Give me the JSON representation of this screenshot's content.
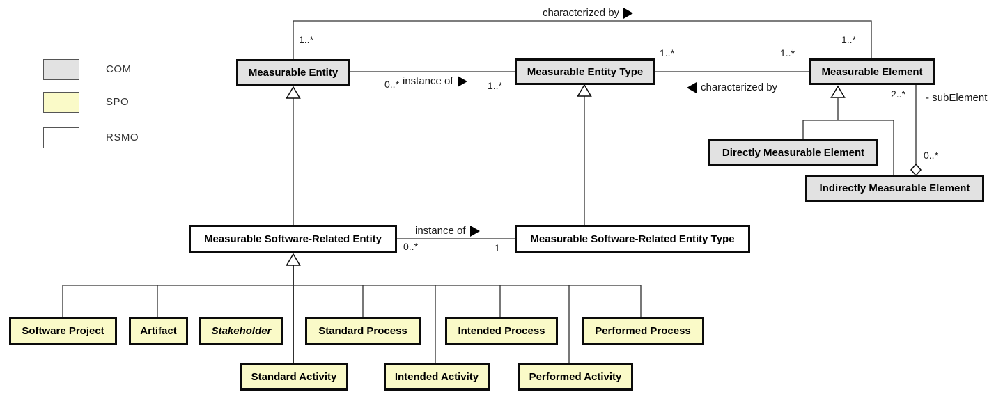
{
  "legend": {
    "items": [
      {
        "label": "COM",
        "color": "#e2e2e2"
      },
      {
        "label": "SPO",
        "color": "#fafac8"
      },
      {
        "label": "RSMO",
        "color": "#ffffff"
      }
    ]
  },
  "classes": {
    "measurable_entity": "Measurable Entity",
    "measurable_entity_type": "Measurable Entity Type",
    "measurable_element": "Measurable Element",
    "directly_measurable_element": "Directly Measurable Element",
    "indirectly_measurable_element": "Indirectly Measurable Element",
    "measurable_software_related_entity": "Measurable Software-Related Entity",
    "measurable_software_related_entity_type": "Measurable Software-Related Entity Type",
    "software_project": "Software Project",
    "artifact": "Artifact",
    "stakeholder": "Stakeholder",
    "standard_process": "Standard Process",
    "intended_process": "Intended Process",
    "performed_process": "Performed Process",
    "standard_activity": "Standard Activity",
    "intended_activity": "Intended Activity",
    "performed_activity": "Performed Activity"
  },
  "associations": {
    "characterized_by_top": "characterized by",
    "instance_of_top": "instance of",
    "characterized_by_mid": "characterized by",
    "instance_of_bottom": "instance of",
    "sub_element_role": "- subElement"
  },
  "multiplicities": {
    "char_top_left": "1..*",
    "char_top_right": "1..*",
    "inst_top_left": "0..*",
    "inst_top_right": "1..*",
    "char_mid_left": "1..*",
    "char_mid_right": "1..*",
    "sub_element_upper": "2..*",
    "sub_element_lower": "0..*",
    "inst_bottom_left": "0..*",
    "inst_bottom_right": "1"
  },
  "colors": {
    "com_fill": "#e2e2e2",
    "spo_fill": "#fafac8",
    "rsmo_fill": "#ffffff",
    "line": "#303030",
    "border": "#0b0b0b"
  }
}
